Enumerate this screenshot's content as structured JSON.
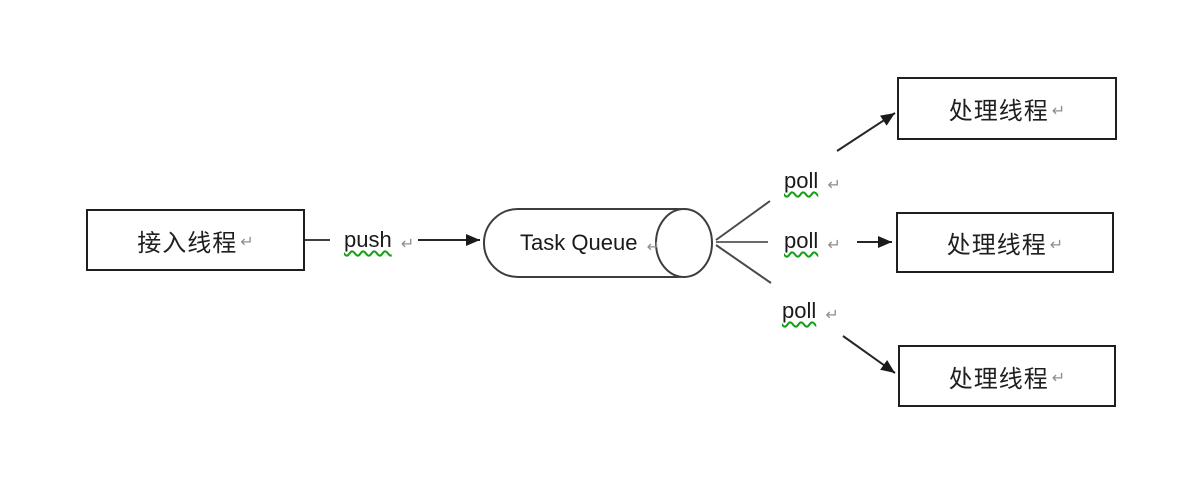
{
  "diagram": {
    "return_mark": "↵",
    "access_box": {
      "label": "接入线程"
    },
    "queue": {
      "label": "Task Queue"
    },
    "push_edge": {
      "label": "push"
    },
    "poll_edges": [
      {
        "label": "poll"
      },
      {
        "label": "poll"
      },
      {
        "label": "poll"
      }
    ],
    "worker_boxes": [
      {
        "label": "处理线程"
      },
      {
        "label": "处理线程"
      },
      {
        "label": "处理线程"
      }
    ],
    "colors": {
      "background": "#ffffff",
      "box_border": "#1f1f1f",
      "line": "#2e2e2e",
      "connector_gray": "#6a6a6a",
      "text": "#1a1a1a",
      "return_mark": "#8f8f8f",
      "spellcheck_underline": "#12a112"
    }
  }
}
